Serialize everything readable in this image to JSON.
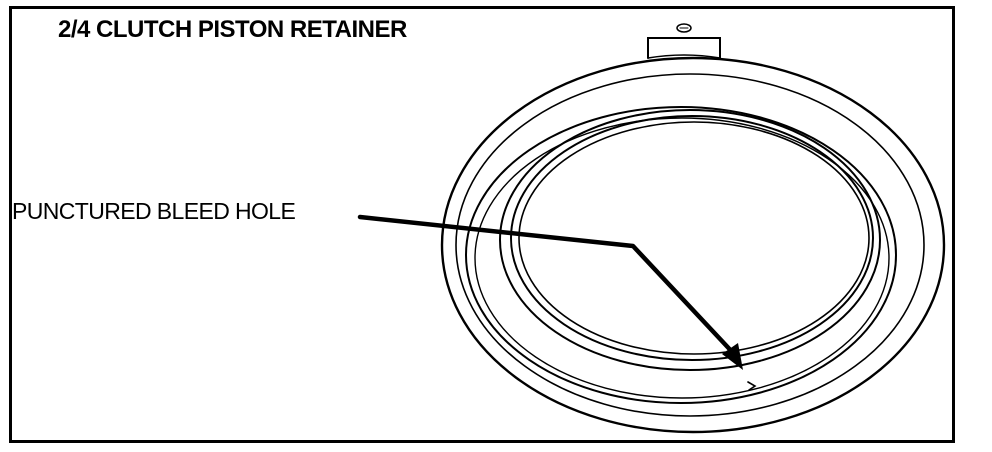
{
  "figure": {
    "title": "2/4 CLUTCH PISTON RETAINER",
    "callouts": [
      {
        "label": "PUNCTURED BLEED HOLE"
      }
    ]
  },
  "colors": {
    "line": "#000000",
    "background": "#ffffff"
  },
  "icons": [
    "clutch-piston-retainer-drawing",
    "arrow-head-icon"
  ]
}
